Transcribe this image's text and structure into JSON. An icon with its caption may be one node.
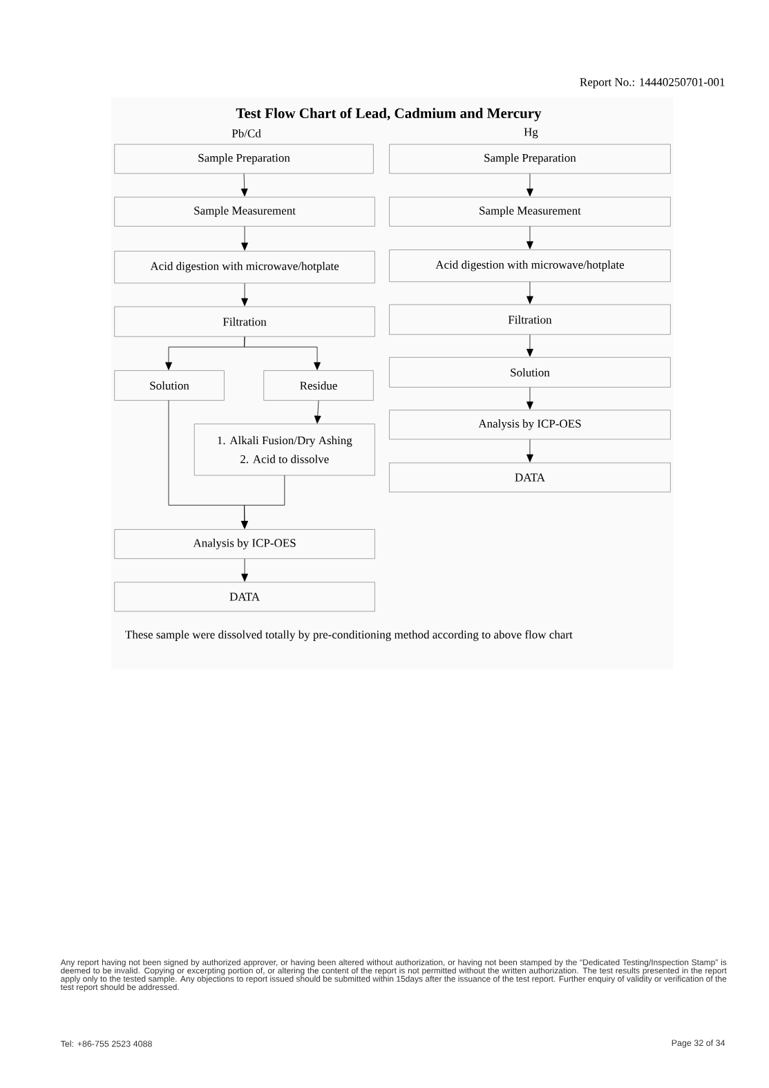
{
  "diagram": {
    "title": "Test Flow Chart of Lead, Cadmium and Mercury",
    "nodes": [
      {
        "text": [
          "Sample Preparation"
        ]
      },
      {
        "text": [
          "Sample Measurement"
        ]
      },
      {
        "text": [
          "Acid digestion with microwave/hotplate"
        ]
      },
      {
        "text": [
          "Filtration"
        ]
      },
      {
        "text": [
          "Solution"
        ]
      },
      {
        "text": [
          "Residue"
        ]
      },
      {
        "text": [
          "1. Alkali Fusion/Dry Ashing",
          "2. Acid to dissolve"
        ]
      },
      {
        "text": [
          "Analysis by ICP-OES"
        ]
      },
      {
        "text": [
          "DATA"
        ]
      },
      {
        "text": [
          "Sample Preparation"
        ]
      },
      {
        "text": [
          "Sample Measurement"
        ]
      },
      {
        "text": [
          "Acid digestion with microwave/hotplate"
        ]
      },
      {
        "text": [
          "Filtration"
        ]
      },
      {
        "text": [
          "Solution"
        ]
      },
      {
        "text": [
          "Analysis by ICP-OES"
        ]
      },
      {
        "text": [
          "DATA"
        ]
      }
    ],
    "edges": [
      {
        "from": 0,
        "to": 1,
        "arrow": "to"
      },
      {
        "from": 1,
        "to": 2,
        "arrow": "to"
      },
      {
        "from": 2,
        "to": 3,
        "arrow": "to"
      },
      {
        "from": 3,
        "to": 4,
        "arrow": "to"
      },
      {
        "from": 3,
        "to": 5,
        "arrow": "to"
      },
      {
        "from": 5,
        "to": 6,
        "arrow": "to"
      },
      {
        "from": 4,
        "to": 7,
        "arrow": "to"
      },
      {
        "from": 6,
        "to": 7,
        "arrow": "to"
      },
      {
        "from": 7,
        "to": 8,
        "arrow": "to"
      },
      {
        "from": 9,
        "to": 10,
        "arrow": "to"
      },
      {
        "from": 10,
        "to": 11,
        "arrow": "to"
      },
      {
        "from": 11,
        "to": 12,
        "arrow": "to"
      },
      {
        "from": 12,
        "to": 13,
        "arrow": "to"
      },
      {
        "from": 13,
        "to": 14,
        "arrow": "to"
      },
      {
        "from": 14,
        "to": 15,
        "arrow": "to"
      }
    ],
    "labels": [
      "Report No.: 14440250701-001",
      "Pb/Cd",
      "Hg",
      "These sample were dissolved totally by pre-conditioning method according to above flow chart",
      "Any report having not been signed by authorized approver, or having been altered without authorization, or having not been stamped by the “Dedicated Testing/Inspection Stamp” is deemed to be invalid. Copying or excerpting portion of, or altering the content of the report is not permitted without the written authorization. The test results presented in the report apply only to the tested sample. Any objections to report issued should be submitted within 15days after the issuance of the test report. Further enquiry of validity or verification of the test report should be addressed.",
      "Tel: +86-755 2523 4088",
      "Page 32 of 34"
    ]
  }
}
